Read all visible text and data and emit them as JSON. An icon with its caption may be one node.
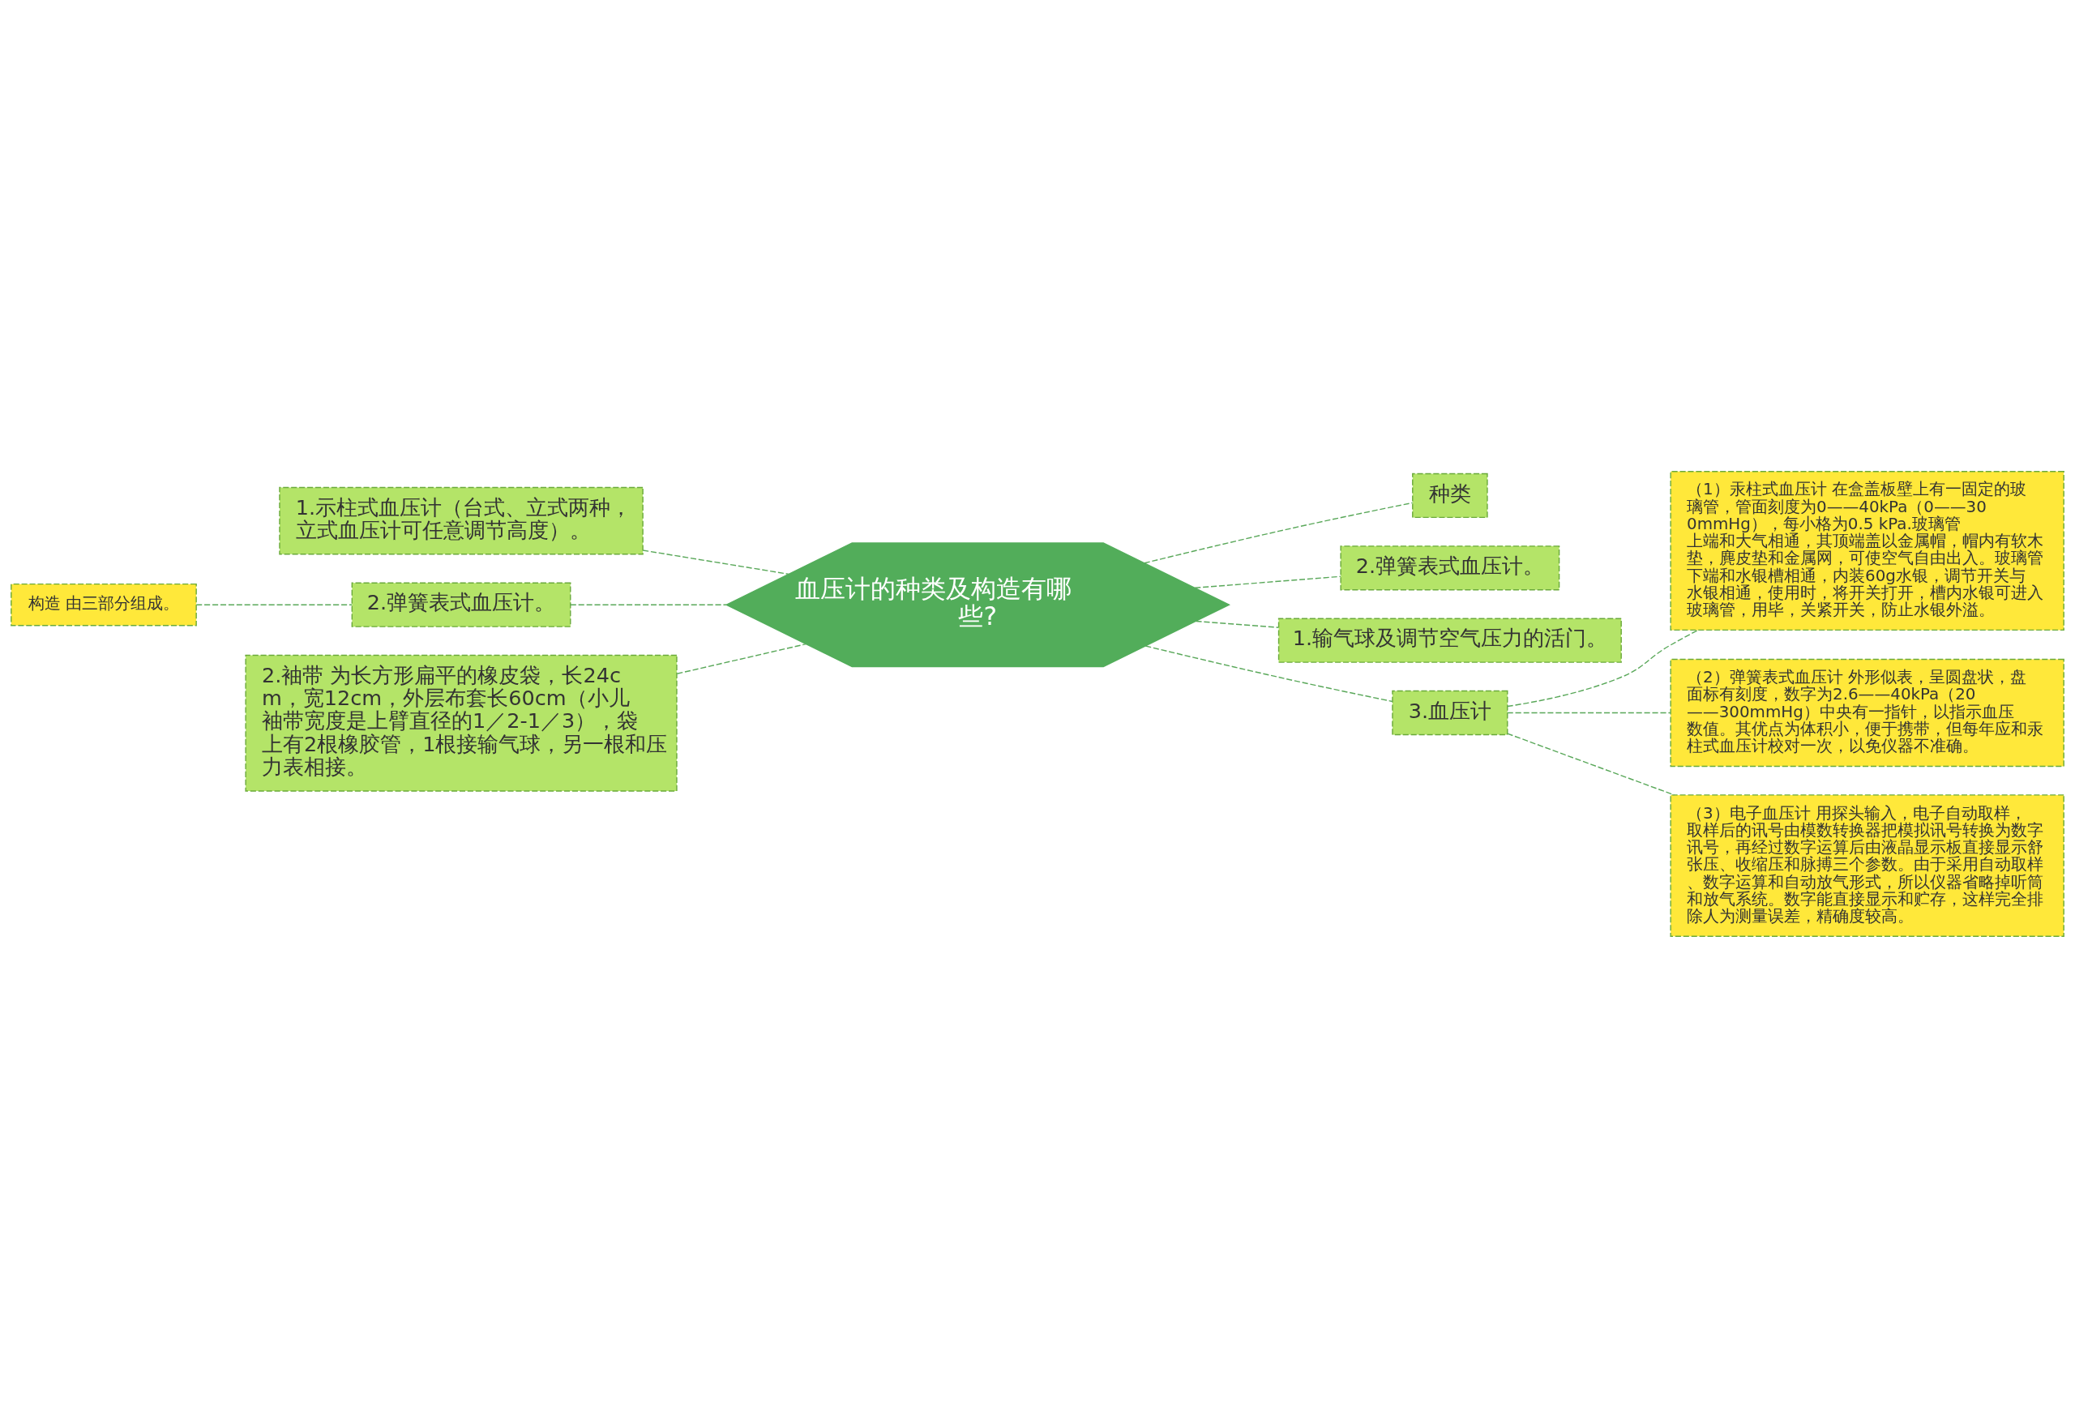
{
  "diagram": {
    "nodes": [
      {
        "text": [
          "血压计的种类及构造有哪些?"
        ]
      },
      {
        "text": [
          "种类"
        ]
      },
      {
        "text": [
          "2.弹簧表式血压计。"
        ]
      },
      {
        "text": [
          "1.输气球及调节空气压力的活门。"
        ]
      },
      {
        "text": [
          "3.血压计"
        ]
      },
      {
        "text": [
          "（1）汞柱式血压计 在盒盖板壁上有一固定的玻璃管，管面刻度为0——40kPa（0——300mmHg），每小格为0.5 kPa.玻璃管上端和大气相通，其顶端盖以金属帽，帽内有软木垫，麂皮垫和金属网，可使空气自由出入。玻璃管下端和水银槽相通，内装60g水银，调节开关与水银相通，使用时，将开关打开，槽内水银可进入玻璃管，用毕，关紧开关，防止水银外溢。"
        ]
      },
      {
        "text": [
          "（2）弹簧表式血压计 外形似表，呈圆盘状，盘面标有刻度，数字为2.6——40kPa（20——300mmHg）中央有一指针，以指示血压数值。其优点为体积小，便于携带，但每年应和汞柱式血压计校对一次，以免仪器不准确。"
        ]
      },
      {
        "text": [
          "（3）电子血压计 用探头输入，电子自动取样，取样后的讯号由模数转换器把模拟讯号转换为数字讯号，再经过数字运算后由液晶显示板直接显示舒张压、收缩压和脉搏三个参数。由于采用自动取样、数字运算和自动放气形式，所以仪器省略掉听筒和放气系统。数字能直接显示和贮存，这样完全排除人为测量误差，精确度较高。"
        ]
      },
      {
        "text": [
          "1.示柱式血压计（台式、立式两种，立式血压计可任意调节高度）。"
        ]
      },
      {
        "text": [
          "2.弹簧表式血压计。"
        ]
      },
      {
        "text": [
          "构造 由三部分组成。"
        ]
      },
      {
        "text": [
          "2.袖带 为长方形扁平的橡皮袋，长24cm，宽12cm，外层布套长60cm（小儿袖带宽度是上臂直径的1／2-1／3），袋上有2根橡胶管，1根接输气球，另一根和压力表相接。"
        ]
      }
    ],
    "edges": [
      {
        "from": 0,
        "to": 1,
        "arrow": "none",
        "style": "dashed"
      },
      {
        "from": 0,
        "to": 2,
        "arrow": "none",
        "style": "dashed"
      },
      {
        "from": 0,
        "to": 3,
        "arrow": "none",
        "style": "dashed"
      },
      {
        "from": 0,
        "to": 4,
        "arrow": "none",
        "style": "dashed"
      },
      {
        "from": 4,
        "to": 5,
        "arrow": "none",
        "style": "dashed"
      },
      {
        "from": 4,
        "to": 6,
        "arrow": "none",
        "style": "dashed"
      },
      {
        "from": 4,
        "to": 7,
        "arrow": "none",
        "style": "dashed"
      },
      {
        "from": 0,
        "to": 8,
        "arrow": "none",
        "style": "dashed"
      },
      {
        "from": 0,
        "to": 9,
        "arrow": "none",
        "style": "dashed"
      },
      {
        "from": 9,
        "to": 10,
        "arrow": "none",
        "style": "dashed"
      },
      {
        "from": 0,
        "to": 11,
        "arrow": "none",
        "style": "dashed"
      }
    ]
  }
}
